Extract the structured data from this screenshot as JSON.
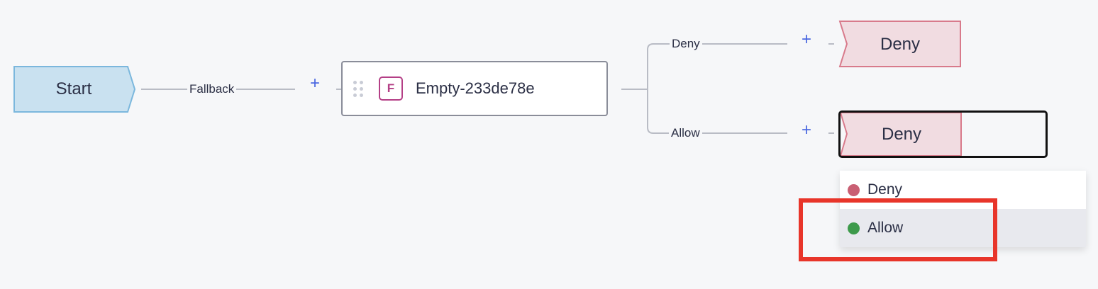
{
  "flow": {
    "start": {
      "label": "Start",
      "color": "#c9e1f0",
      "border": "#7bb7dd"
    },
    "fallback_edge": {
      "label": "Fallback",
      "add_symbol": "+"
    },
    "function_node": {
      "badge": "F",
      "title": "Empty-233de78e",
      "badge_color": "#b43f86",
      "drag_handle_icon": "drag-dots-icon"
    },
    "branches": [
      {
        "edge_label": "Deny",
        "add_symbol": "+",
        "outcome_label": "Deny",
        "selected": false
      },
      {
        "edge_label": "Allow",
        "add_symbol": "+",
        "outcome_label": "Deny",
        "selected": true
      }
    ],
    "outcome_colors": {
      "fill": "#f1dce1",
      "border": "#d87a8b"
    }
  },
  "dropdown": {
    "items": [
      {
        "label": "Deny",
        "color": "#c95f73",
        "active": false
      },
      {
        "label": "Allow",
        "color": "#3d9a4b",
        "active": true
      }
    ]
  },
  "annotation": {
    "highlight_color": "#e8352a"
  }
}
